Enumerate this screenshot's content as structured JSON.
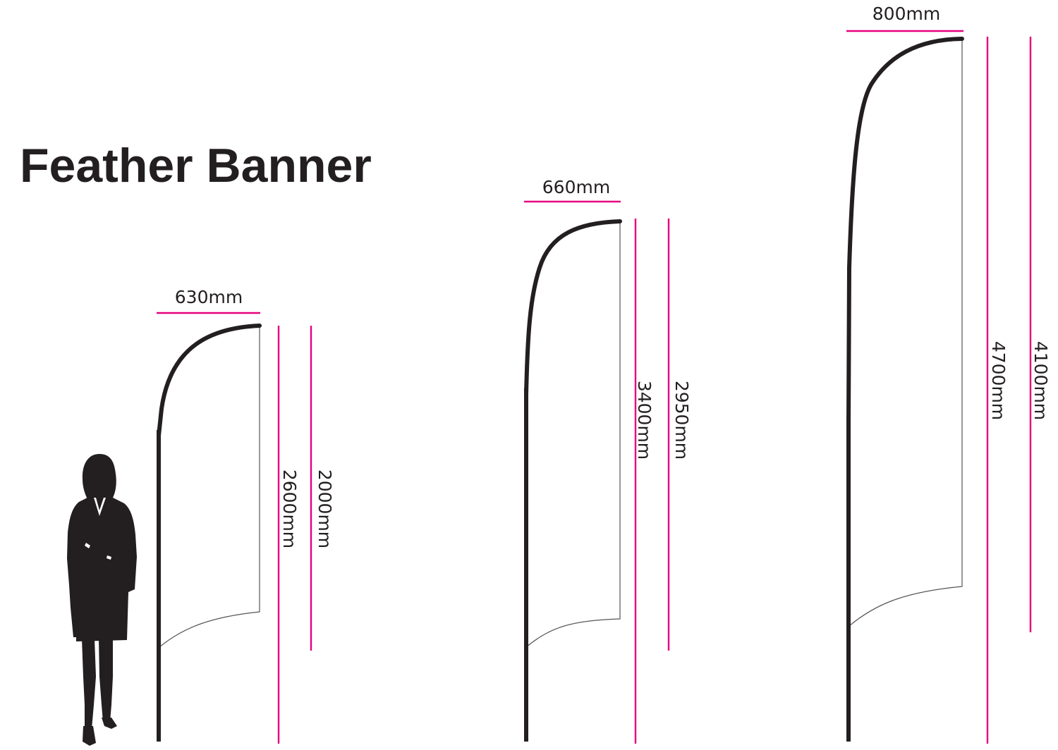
{
  "title": "Feather Banner",
  "colors": {
    "accent": "#e6007e",
    "ink": "#231f20"
  },
  "figure": {
    "icon": "woman-silhouette-icon"
  },
  "banners": [
    {
      "width_label": "630mm",
      "total_height_label": "2600mm",
      "flag_height_label": "2000mm"
    },
    {
      "width_label": "660mm",
      "total_height_label": "3400mm",
      "flag_height_label": "2950mm"
    },
    {
      "width_label": "800mm",
      "total_height_label": "4700mm",
      "flag_height_label": "4100mm"
    }
  ]
}
